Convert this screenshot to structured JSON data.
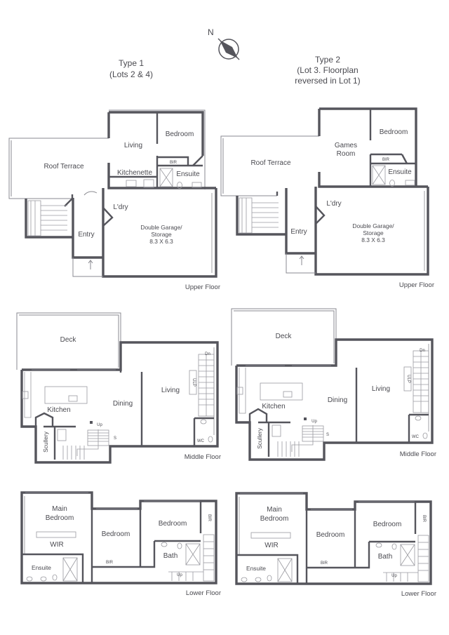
{
  "compass": {
    "north": "N"
  },
  "type1": {
    "title": "Type 1",
    "subtitle": "(Lots 2 & 4)",
    "upper": {
      "roof_terrace": "Roof Terrace",
      "living": "Living",
      "bedroom": "Bedroom",
      "bir": "BIR",
      "kitchenette": "Kitchenette",
      "ensuite": "Ensuite",
      "ldry": "L'dry",
      "entry": "Entry",
      "garage_1": "Double Garage/",
      "garage_2": "Storage",
      "garage_3": "8.3 X 6.3",
      "floor_label": "Upper Floor"
    },
    "middle": {
      "deck": "Deck",
      "kitchen": "Kitchen",
      "dining": "Dining",
      "living": "Living",
      "scullery": "Scullery",
      "wc": "WC",
      "up": "Up",
      "dn": "Dn",
      "s": "S",
      "ulp": "ULP",
      "floor_label": "Middle Floor"
    },
    "lower": {
      "main_bedroom_1": "Main",
      "main_bedroom_2": "Bedroom",
      "wir": "WIR",
      "ensuite": "Ensuite",
      "bedroom_a": "Bedroom",
      "bedroom_b": "Bedroom",
      "bir_a": "BIR",
      "bir_b": "BIR",
      "bath": "Bath",
      "up": "Up",
      "floor_label": "Lower Floor"
    }
  },
  "type2": {
    "title": "Type 2",
    "subtitle_1": "(Lot 3. Floorplan",
    "subtitle_2": "reversed in Lot 1)",
    "upper": {
      "roof_terrace": "Roof Terrace",
      "games_1": "Games",
      "games_2": "Room",
      "bedroom": "Bedroom",
      "bir": "BIR",
      "ensuite": "Ensuite",
      "ldry": "L'dry",
      "entry": "Entry",
      "garage_1": "Double Garage/",
      "garage_2": "Storage",
      "garage_3": "8.3 X 6.3",
      "floor_label": "Upper Floor"
    },
    "middle": {
      "deck": "Deck",
      "kitchen": "Kitchen",
      "dining": "Dining",
      "living": "Living",
      "scullery": "Scullery",
      "wc": "WC",
      "up": "Up",
      "dn": "Dn",
      "s": "S",
      "ulp": "ULP",
      "floor_label": "Middle Floor"
    },
    "lower": {
      "main_bedroom_1": "Main",
      "main_bedroom_2": "Bedroom",
      "wir": "WIR",
      "ensuite": "Ensuite",
      "bedroom_a": "Bedroom",
      "bedroom_b": "Bedroom",
      "bir_a": "BIR",
      "bir_b": "BIR",
      "bath": "Bath",
      "up": "Up",
      "floor_label": "Lower Floor"
    }
  }
}
